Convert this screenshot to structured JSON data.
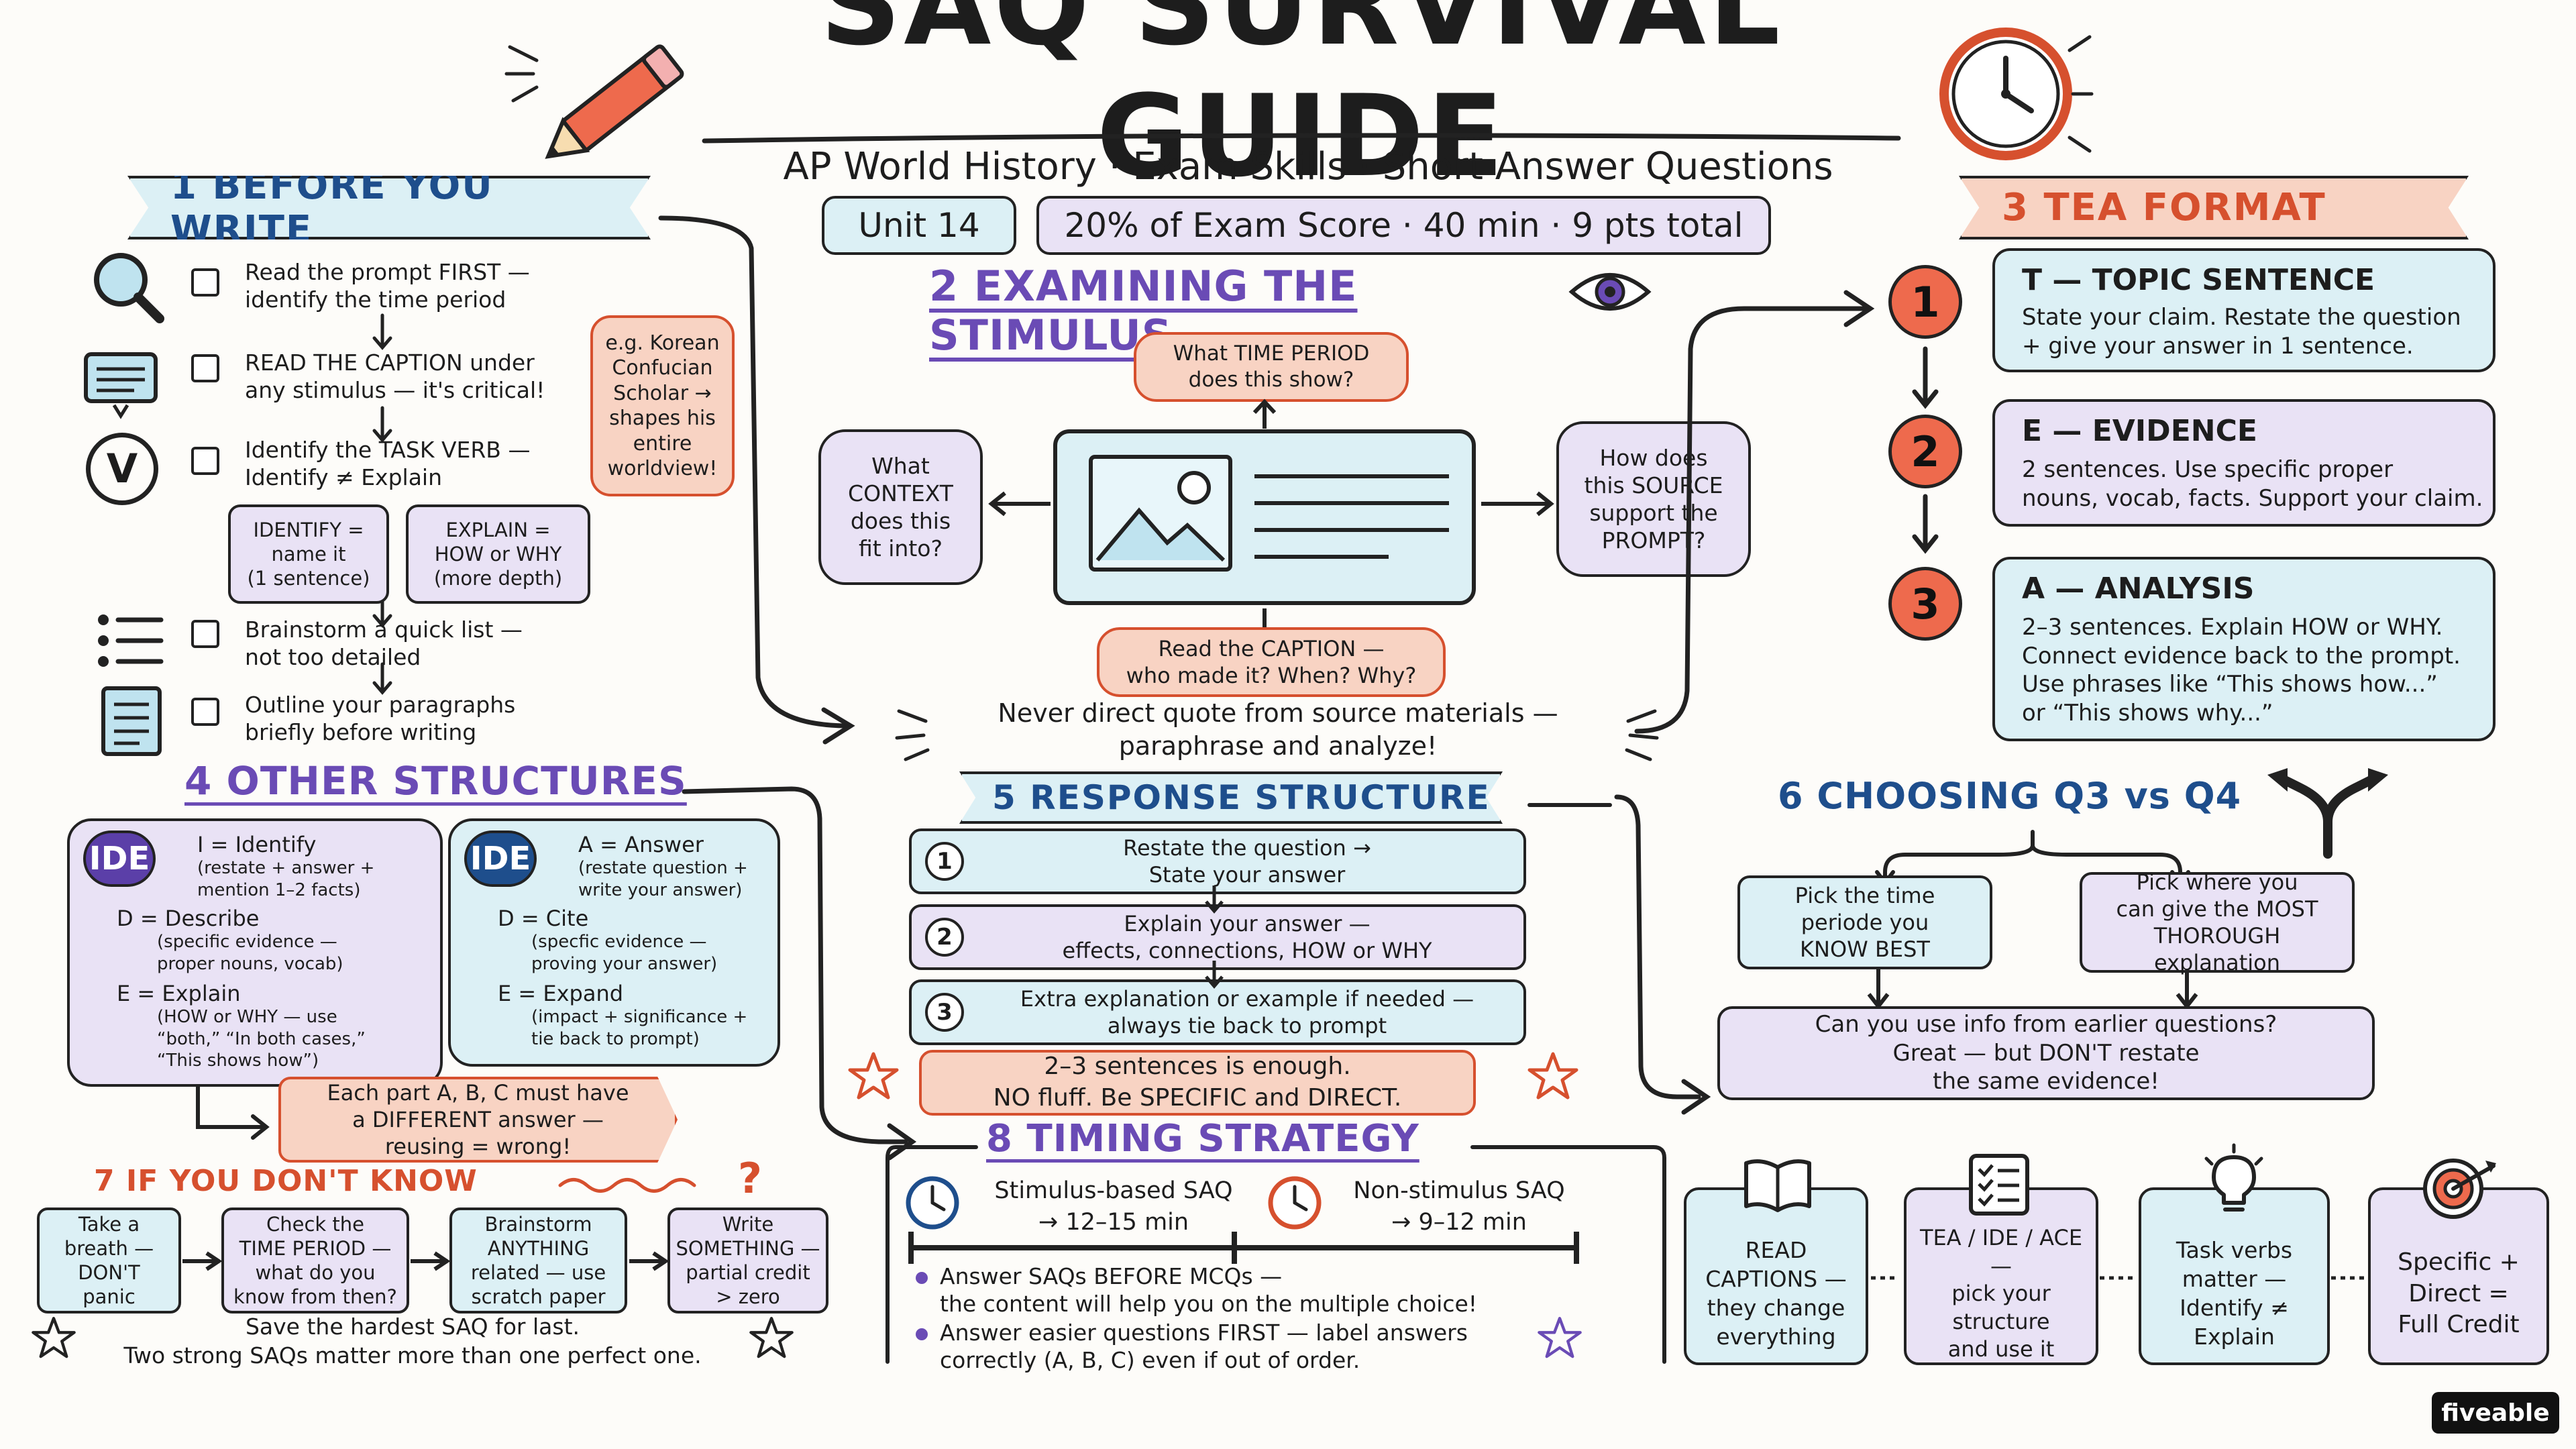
{
  "header": {
    "title": "SAQ SURVIVAL GUIDE",
    "subtitle": "AP World History · Exam Skills · Short Answer Questions",
    "unit_tag": "Unit 14",
    "score_tag": "20% of Exam Score · 40 min · 9 pts total"
  },
  "s1": {
    "title": "1 BEFORE YOU WRITE",
    "items": [
      "Read the prompt FIRST —\nidentify the time period",
      "READ THE CAPTION under\nany stimulus — it's critical!",
      "Identify the TASK VERB —\nIdentify ≠ Explain",
      "Brainstorm a quick list —\nnot too detailed",
      "Outline your paragraphs\nbriefly before writing"
    ],
    "callout": "e.g. Korean\nConfucian\nScholar →\nshapes his\nentire\nworldview!",
    "identify_box": "IDENTIFY =\nname it\n(1 sentence)",
    "explain_box": "EXPLAIN =\nHOW or WHY\n(more depth)",
    "icon_v": "V"
  },
  "s2": {
    "title": "2 EXAMINING THE STIMULUS",
    "q_time": "What TIME PERIOD\ndoes this show?",
    "q_context": "What\nCONTEXT\ndoes this\nfit into?",
    "q_source": "How does\nthis SOURCE\nsupport the\nPROMPT?",
    "q_caption": "Read the CAPTION —\nwho made it? When? Why?",
    "note": "Never direct quote from source materials —\nparaphrase and analyze!"
  },
  "s3": {
    "title": "3 TEA FORMAT",
    "items": [
      {
        "num": "1",
        "head": "T — TOPIC SENTENCE",
        "body": "State your claim. Restate the question\n+ give your answer in 1 sentence."
      },
      {
        "num": "2",
        "head": "E — EVIDENCE",
        "body": "2 sentences. Use specific proper\nnouns, vocab, facts. Support your claim."
      },
      {
        "num": "3",
        "head": "A — ANALYSIS",
        "body": "2–3 sentences. Explain HOW or WHY.\nConnect evidence back to the prompt.\nUse phrases like “This shows how...”\nor “This shows why...”"
      }
    ]
  },
  "s4": {
    "title": "4 OTHER STRUCTURES",
    "badge": "IDE",
    "left": [
      {
        "head": "I = Identify",
        "sub": "(restate + answer +\nmention 1–2 facts)"
      },
      {
        "head": "D = Describe",
        "sub": "(specific evidence —\nproper nouns, vocab)"
      },
      {
        "head": "E = Explain",
        "sub": "(HOW or WHY — use\n“both,” “In both cases,”\n“This shows how”)"
      }
    ],
    "right": [
      {
        "head": "A = Answer",
        "sub": "(restate question +\nwrite your answer)"
      },
      {
        "head": "D = Cite",
        "sub": "(specfic evidence —\nproving your answer)"
      },
      {
        "head": "E = Expand",
        "sub": "(impact + significance +\ntie back to prompt)"
      }
    ],
    "callout": "Each part A, B, C must have\na DIFFERENT answer —\nreusing = wrong!"
  },
  "s5": {
    "title": "5 RESPONSE STRUCTURE",
    "steps": [
      {
        "num": "1",
        "text": "Restate the question →\nState your answer"
      },
      {
        "num": "2",
        "text": "Explain your answer —\neffects, connections, HOW or WHY"
      },
      {
        "num": "3",
        "text": "Extra explanation or example if needed —\nalways tie back to prompt"
      }
    ],
    "callout": "2–3 sentences is enough.\nNO fluff. Be SPECIFIC and DIRECT."
  },
  "s6": {
    "title": "6 CHOOSING Q3 vs Q4",
    "left": "Pick the time\nperiode you\nKNOW BEST",
    "right": "Pick where you\ncan give the MOST\nTHOROUGH\nexplanation",
    "bottom": "Can you use info from earlier questions?\nGreat — but DON'T restate\nthe same evidence!"
  },
  "s7": {
    "title": "7 IF YOU DON'T KNOW",
    "q_mark": "?",
    "steps": [
      "Take a\nbreath —\nDON'T\npanic",
      "Check the\nTIME PERIOD —\nwhat do you\nknow from then?",
      "Brainstorm\nANYTHING\nrelated — use\nscratch paper",
      "Write\nSOMETHING —\npartial credit\n> zero"
    ],
    "note": "Save the hardest SAQ for last.\nTwo strong SAQs matter more than one perfect one."
  },
  "s8": {
    "title": "8 TIMING STRATEGY",
    "stim_label": "Stimulus-based SAQ\n→ 12–15 min",
    "non_label": "Non-stimulus SAQ\n→ 9–12 min",
    "bullets": [
      "Answer SAQs BEFORE MCQs —\nthe content will help you on the multiple choice!",
      "Answer easier questions FIRST — label answers\ncorrectly (A, B, C) even if out of order."
    ]
  },
  "tips": [
    {
      "icon": "book-icon",
      "text": "READ\nCAPTIONS —\nthey change\neverything"
    },
    {
      "icon": "checklist-icon",
      "text": "TEA / IDE / ACE —\npick your\nstructure\nand use it"
    },
    {
      "icon": "lightbulb-icon",
      "text": "Task verbs\nmatter —\nIdentify ≠\nExplain"
    },
    {
      "icon": "target-icon",
      "text": "Specific +\nDirect =\nFull Credit"
    }
  ],
  "brand": "fiveable",
  "colors": {
    "blue": "#dcf0f5",
    "purple": "#e9e2f5",
    "orange": "#f8d3c3",
    "accent_orange": "#ee6a4d",
    "accent_purple": "#6a4bb5",
    "accent_blue": "#1e4e8c"
  }
}
